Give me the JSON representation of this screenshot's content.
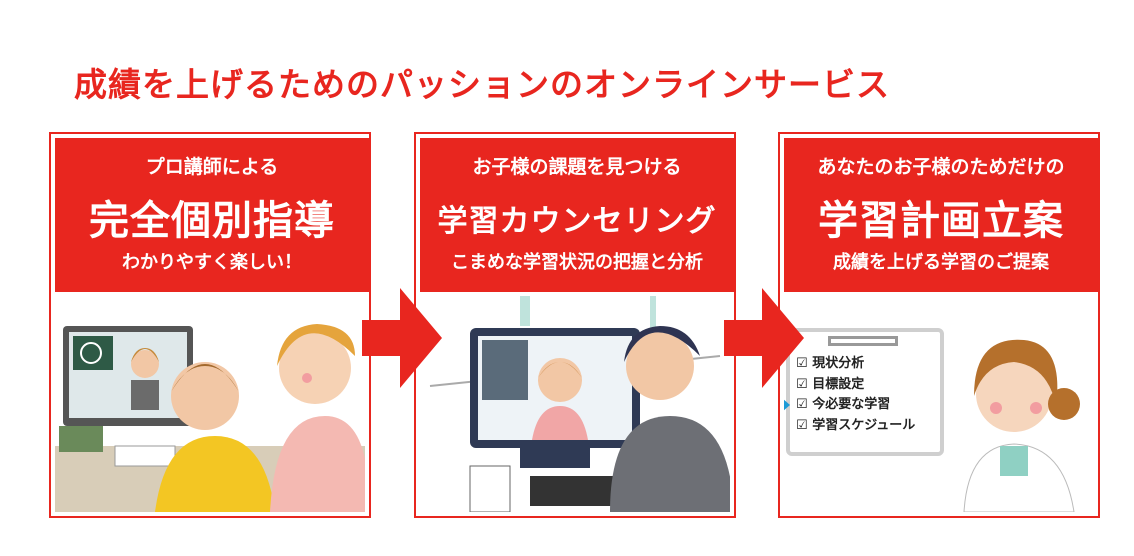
{
  "title": "成績を上げるためのパッションのオンラインサービス",
  "cards": [
    {
      "line1": "プロ講師による",
      "line2": "完全個別指導",
      "line3": "わかりやすく楽しい！"
    },
    {
      "line1": "お子様の課題を見つける",
      "line2": "学習カウンセリング",
      "line3": "こまめな学習状況の把握と分析"
    },
    {
      "line1": "あなたのお子様のためだけの",
      "line2": "学習計画立案",
      "line3": "成績を上げる学習のご提案"
    }
  ],
  "checklist": [
    "現状分析",
    "目標設定",
    "今必要な学習",
    "学習スケジュール"
  ],
  "colors": {
    "accent": "#e8261f"
  }
}
